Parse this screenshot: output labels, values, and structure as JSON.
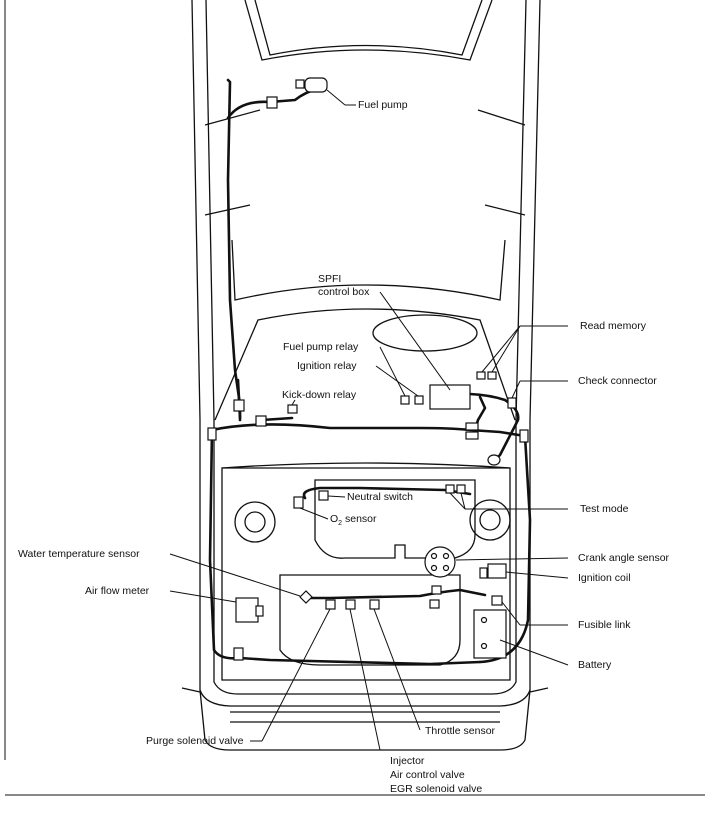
{
  "labels": {
    "fuel_pump": "Fuel pump",
    "spfi_line1": "SPFI",
    "spfi_line2": "control box",
    "read_memory": "Read memory",
    "fuel_pump_relay": "Fuel pump relay",
    "ignition_relay": "Ignition relay",
    "check_connector": "Check connector",
    "kick_down_relay": "Kick-down relay",
    "neutral_switch": "Neutral switch",
    "o2_sensor_prefix": "O",
    "o2_sensor_sub": "2",
    "o2_sensor_suffix": " sensor",
    "test_mode": "Test mode",
    "water_temperature_sensor": "Water temperature sensor",
    "crank_angle_sensor": "Crank angle sensor",
    "ignition_coil": "Ignition coil",
    "air_flow_meter": "Air flow meter",
    "fusible_link": "Fusible link",
    "battery": "Battery",
    "throttle_sensor": "Throttle sensor",
    "purge_solenoid_valve": "Purge solenoid valve",
    "injector": "Injector",
    "air_control_valve": "Air control valve",
    "egr_solenoid_valve": "EGR solenoid valve"
  }
}
